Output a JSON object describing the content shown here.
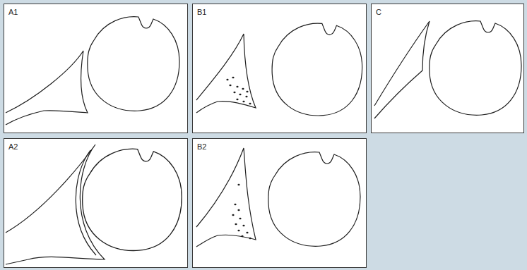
{
  "diagram": {
    "nodes": [
      {
        "text": [
          "A1"
        ]
      },
      {
        "text": [
          "B1"
        ]
      },
      {
        "text": [
          "C"
        ]
      },
      {
        "text": [
          "A2"
        ]
      },
      {
        "text": [
          "B2"
        ]
      }
    ]
  }
}
